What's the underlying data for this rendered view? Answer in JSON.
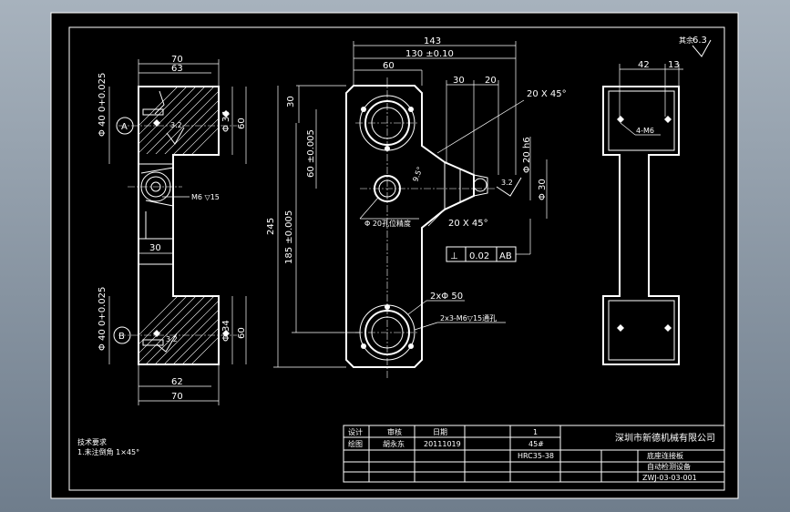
{
  "left_view": {
    "dim_70_top": "70",
    "dim_63": "63",
    "dim_d40_top": "Φ 40 0+0.025",
    "dim_d34_top": "Φ 34",
    "dim_60_top": "60",
    "label_a": "A",
    "roughness_top": "3.2",
    "thread_label": "M6 ▽15",
    "dim_30": "30",
    "dim_d40_bottom": "Φ 40 0+0.025",
    "dim_d34_bottom": "Φ 34",
    "dim_60_bottom": "60",
    "label_b": "B",
    "roughness_bottom": "3.2",
    "dim_62": "62",
    "dim_70_bottom": "70"
  },
  "front_view": {
    "dim_143": "143",
    "dim_130": "130 ±0.10",
    "dim_60": "60",
    "dim_30": "30",
    "dim_20": "20",
    "chamfer_top": "20 X 45°",
    "dim_30_left": "30",
    "dim_60_005": "60 ±0.005",
    "dim_245": "245",
    "dim_185": "185 ±0.005",
    "angle_9_5": "9.5°",
    "dim_d20_shaft": "Φ 20 h6",
    "dim_d30": "Φ 30",
    "roughness": "3.2",
    "hole_d20": "Φ 20孔位精度",
    "chamfer_bottom": "20 X 45°",
    "tolerance_symbol": "⊥",
    "tolerance_value": "0.02",
    "tolerance_datum": "AB",
    "holes_d50": "2xΦ 50",
    "holes_tap": "2x3-M6▽15通孔",
    "roughness_corner": "6.3",
    "roughness_corner_note": "其余"
  },
  "right_view": {
    "dim_42": "42",
    "dim_13": "13",
    "holes_label": "4-M6"
  },
  "notes": {
    "title": "技术要求",
    "line1": "1.未注倒角 1×45°"
  },
  "title_block": {
    "company": "深圳市新德机械有限公司",
    "row1": [
      "设计",
      "审核",
      "日期",
      "",
      "1"
    ],
    "row2": [
      "绘图",
      "胡永东",
      "20111019",
      "",
      "45#"
    ],
    "row3": [
      "",
      "",
      "",
      "HRC35-38",
      ""
    ],
    "part_name": "底座连接板",
    "project": "自动检测设备",
    "drawing_no": "ZWJ-03-03-001"
  }
}
